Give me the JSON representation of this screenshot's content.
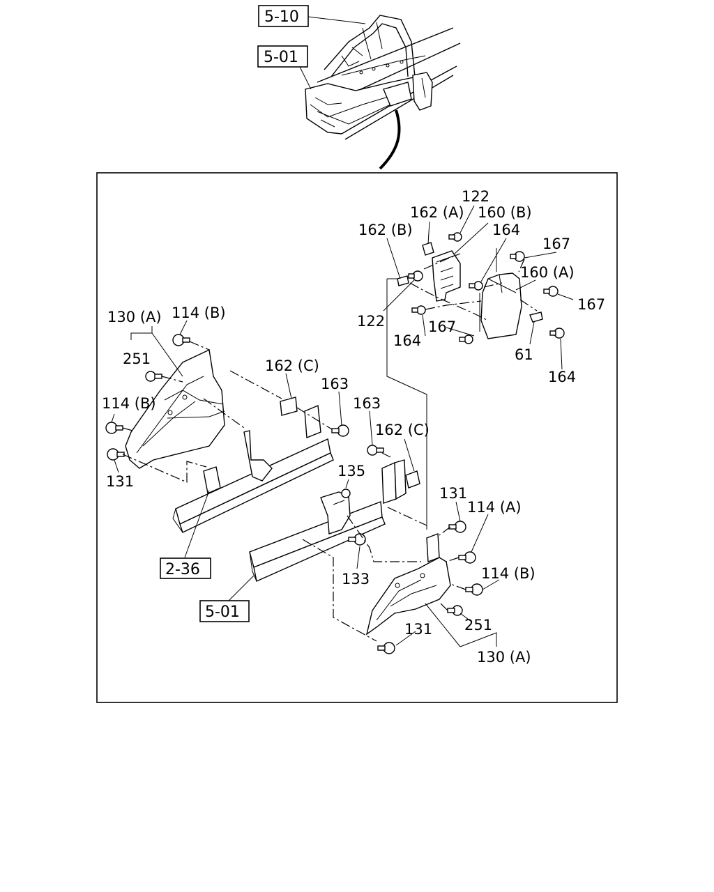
{
  "diagram": {
    "ref_labels": {
      "ref_5_10": "5-10",
      "ref_5_01_top": "5-01",
      "ref_2_36": "2-36",
      "ref_5_01_bottom": "5-01"
    },
    "callouts": {
      "c122_top": "122",
      "c162a": "162 (A)",
      "c160b": "160 (B)",
      "c162b": "162 (B)",
      "c164_top": "164",
      "c167_top": "167",
      "c160a": "160 (A)",
      "c167_right": "167",
      "c122_left": "122",
      "c167_mid": "167",
      "c164_mid": "164",
      "c61": "61",
      "c164_bottom": "164",
      "c130a_left": "130 (A)",
      "c114b_left_top": "114 (B)",
      "c251_left": "251",
      "c162c_left": "162 (C)",
      "c163_left": "163",
      "c114b_left_mid": "114 (B)",
      "c163_right": "163",
      "c162c_right": "162 (C)",
      "c131_left": "131",
      "c135": "135",
      "c131_right": "131",
      "c114a": "114 (A)",
      "c133": "133",
      "c114b_right": "114 (B)",
      "c251_right": "251",
      "c131_bottom": "131",
      "c130a_right": "130 (A)"
    }
  }
}
